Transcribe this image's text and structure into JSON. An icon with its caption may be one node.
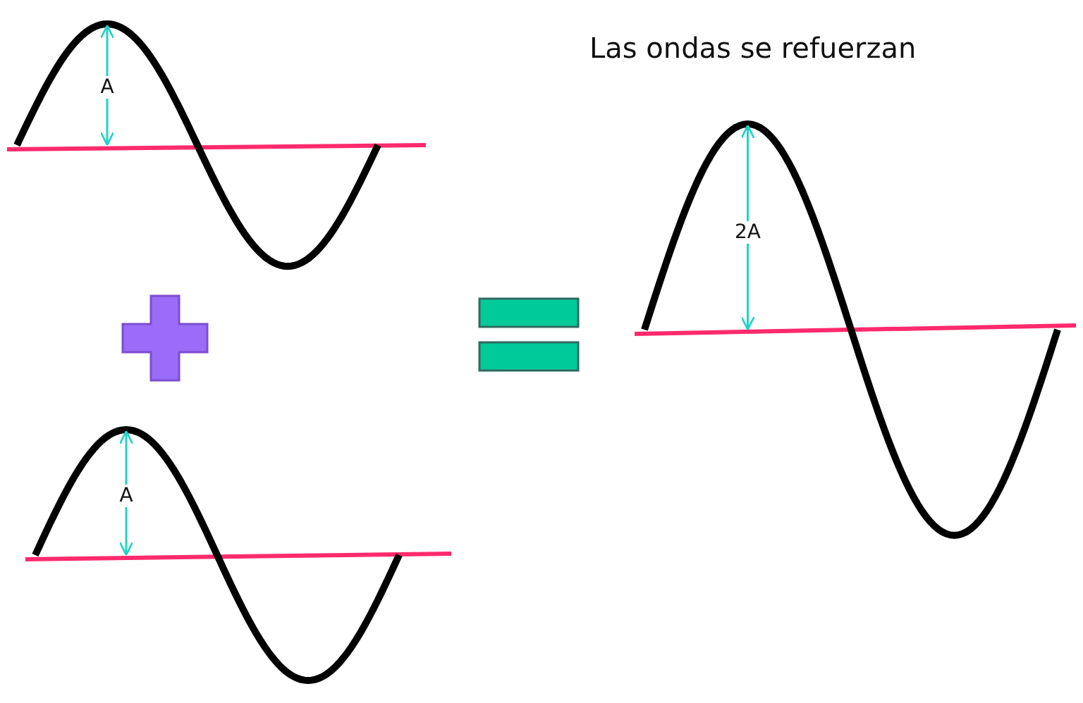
{
  "diagram": {
    "title": "Las ondas se refuerzan",
    "labels": [
      "A",
      "2A",
      "A"
    ]
  }
}
